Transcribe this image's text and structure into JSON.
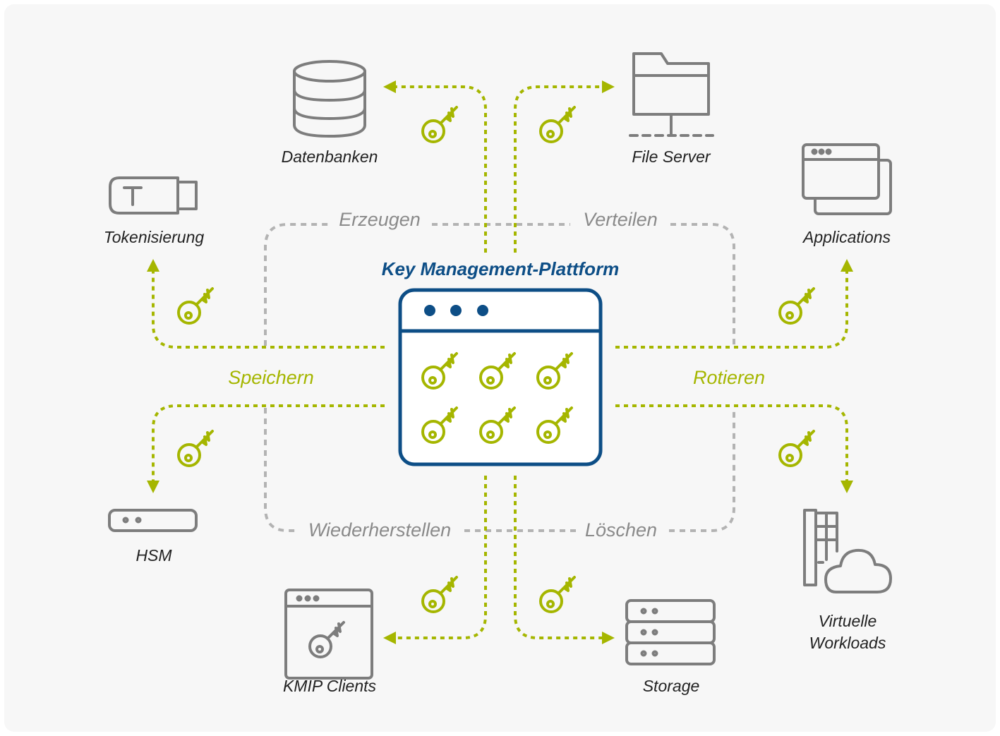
{
  "title": "Key Management-Plattform",
  "operations": {
    "erzeugen": "Erzeugen",
    "verteilen": "Verteilen",
    "speichern": "Speichern",
    "rotieren": "Rotieren",
    "wiederherstellen": "Wiederherstellen",
    "loeschen": "Löschen"
  },
  "targets": {
    "datenbanken": "Datenbanken",
    "file_server": "File Server",
    "tokenisierung": "Tokenisierung",
    "applications": "Applications",
    "hsm": "HSM",
    "virtuelle_1": "Virtuelle",
    "virtuelle_2": "Workloads",
    "kmip_clients": "KMIP Clients",
    "storage": "Storage"
  },
  "icons": {
    "datenbanken": "database-icon",
    "file_server": "file-server-icon",
    "tokenisierung": "usb-token-icon",
    "applications": "app-windows-icon",
    "hsm": "hsm-device-icon",
    "virtuelle_workloads": "server-cloud-icon",
    "kmip_clients": "kmip-client-window-icon",
    "storage": "storage-stack-icon",
    "key": "key-icon"
  },
  "colors": {
    "background": "#f7f7f7",
    "accent_green": "#a5b600",
    "platform_blue": "#0d4e86",
    "icon_gray": "#7d7d7d",
    "path_gray": "#b3b3b3",
    "text": "#222222"
  }
}
